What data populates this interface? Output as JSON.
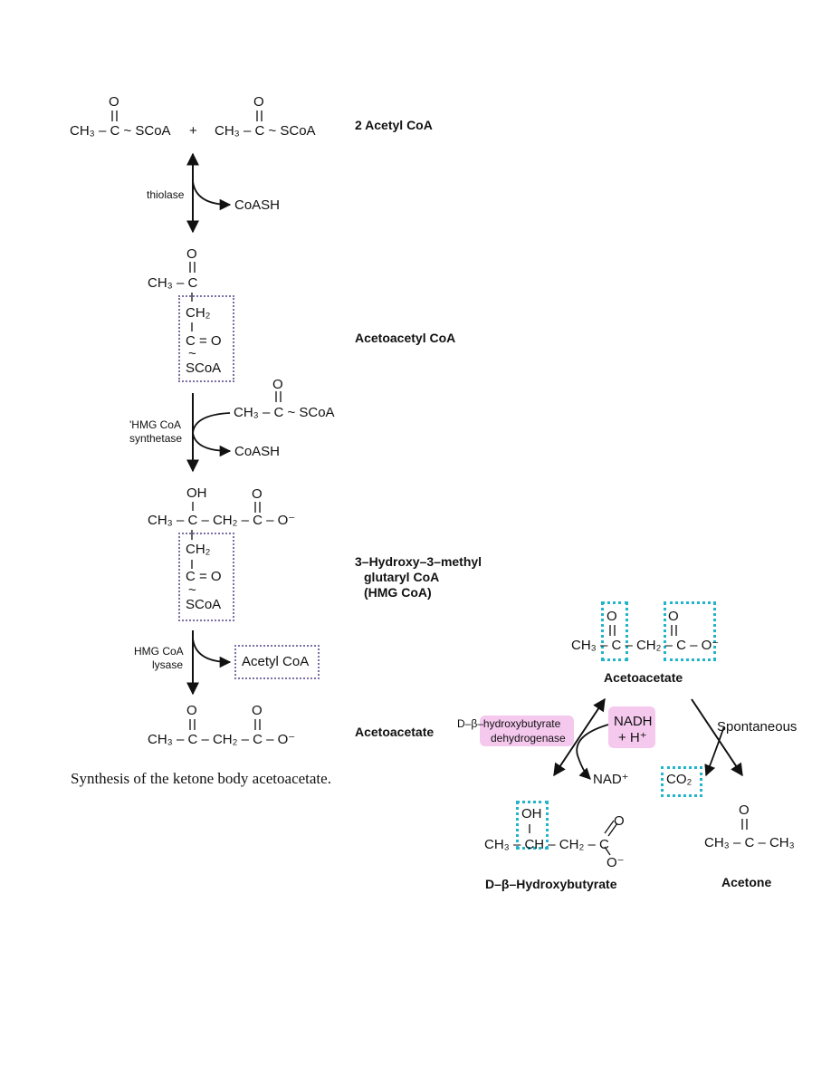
{
  "top": {
    "acetyl_left": "CH₃ – C ~ SCoA",
    "plus": "+",
    "acetyl_right": "CH₃ – C ~ SCoA",
    "oxygen": "O",
    "label": "2 Acetyl CoA"
  },
  "step1": {
    "enzyme": "thiolase",
    "byproduct": "CoASH"
  },
  "acetoacetyl": {
    "o": "O",
    "ch3c": "CH₃ – C",
    "ch2": "CH₂",
    "ceqo": "C = O",
    "tilde": "~",
    "scoa": "SCoA",
    "label": "Acetoacetyl CoA"
  },
  "step2": {
    "enzyme_line1": "'HMG CoA",
    "enzyme_line2": "synthetase",
    "substrate_o": "O",
    "substrate": "CH₃ – C ~ SCoA",
    "byproduct": "CoASH"
  },
  "hmg": {
    "oh": "OH",
    "o": "O",
    "main": "CH₃ – C – CH₂ – C – O⁻",
    "ch2": "CH₂",
    "ceqo": "C = O",
    "tilde": "~",
    "scoa": "SCoA",
    "label_line1": "3–Hydroxy–3–methyl",
    "label_line2": "glutaryl CoA",
    "label_line3": "(HMG CoA)"
  },
  "step3": {
    "enzyme_line1": "HMG CoA",
    "enzyme_line2": "lysase",
    "product": "Acetyl CoA"
  },
  "acetoacetate_left": {
    "o1": "O",
    "o2": "O",
    "formula": "CH₃ – C – CH₂ – C – O⁻",
    "label": "Acetoacetate"
  },
  "caption": "Synthesis of the ketone body acetoacetate.",
  "right": {
    "acetoacetate": {
      "o1": "O",
      "o2": "O",
      "formula": "CH₃ – C – CH₂ – C – O⁻",
      "label": "Acetoacetate"
    },
    "enzyme_line1": "D–β–hydroxybutyrate",
    "enzyme_line2": "dehydrogenase",
    "nadh_line1": "NADH",
    "nadh_line2": "+ H⁺",
    "nad": "NAD⁺",
    "spontaneous": "Spontaneous",
    "co2": "CO₂",
    "hydroxybutyrate": {
      "oh": "OH",
      "o": "O",
      "o_minus": "O⁻",
      "formula": "CH₃ – CH – CH₂ – C",
      "label": "D–β–Hydroxybutyrate"
    },
    "acetone": {
      "o": "O",
      "formula": "CH₃ – C – CH₃",
      "label": "Acetone"
    }
  },
  "colors": {
    "highlight": "#f2b6e8",
    "cyan_box": "#22b5c9",
    "purple_box": "#7d6fa6"
  }
}
